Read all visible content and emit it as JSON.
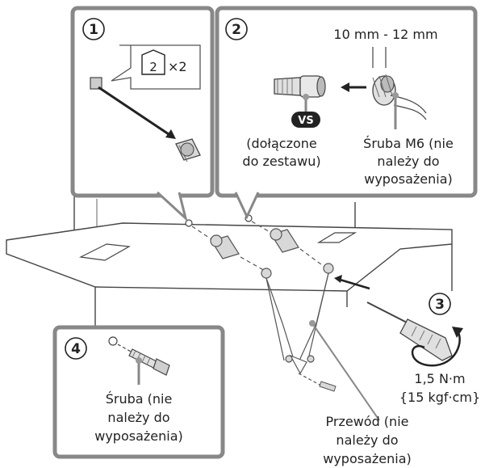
{
  "steps": {
    "step1": {
      "number": "1",
      "badge_count": "×2"
    },
    "step2": {
      "number": "2",
      "dimension": "10 mm - 12 mm",
      "vs_badge": "VS",
      "supplied_label": [
        "(dołączone",
        "do zestawu)"
      ],
      "screw_label": [
        "Śruba M6 (nie",
        "należy do",
        "wyposażenia)"
      ]
    },
    "step3": {
      "number": "3",
      "torque_line1": "1,5 N·m",
      "torque_line2": "{15 kgf·cm}"
    },
    "step4": {
      "number": "4",
      "screw_label": [
        "Śruba (nie",
        "należy do",
        "wyposażenia)"
      ]
    }
  },
  "cable_label": [
    "Przewód (nie",
    "należy do",
    "wyposażenia)"
  ],
  "icons": [
    "screw-2-icon",
    "arrow-left-icon",
    "rotation-arrow-icon",
    "screwdriver-icon"
  ]
}
